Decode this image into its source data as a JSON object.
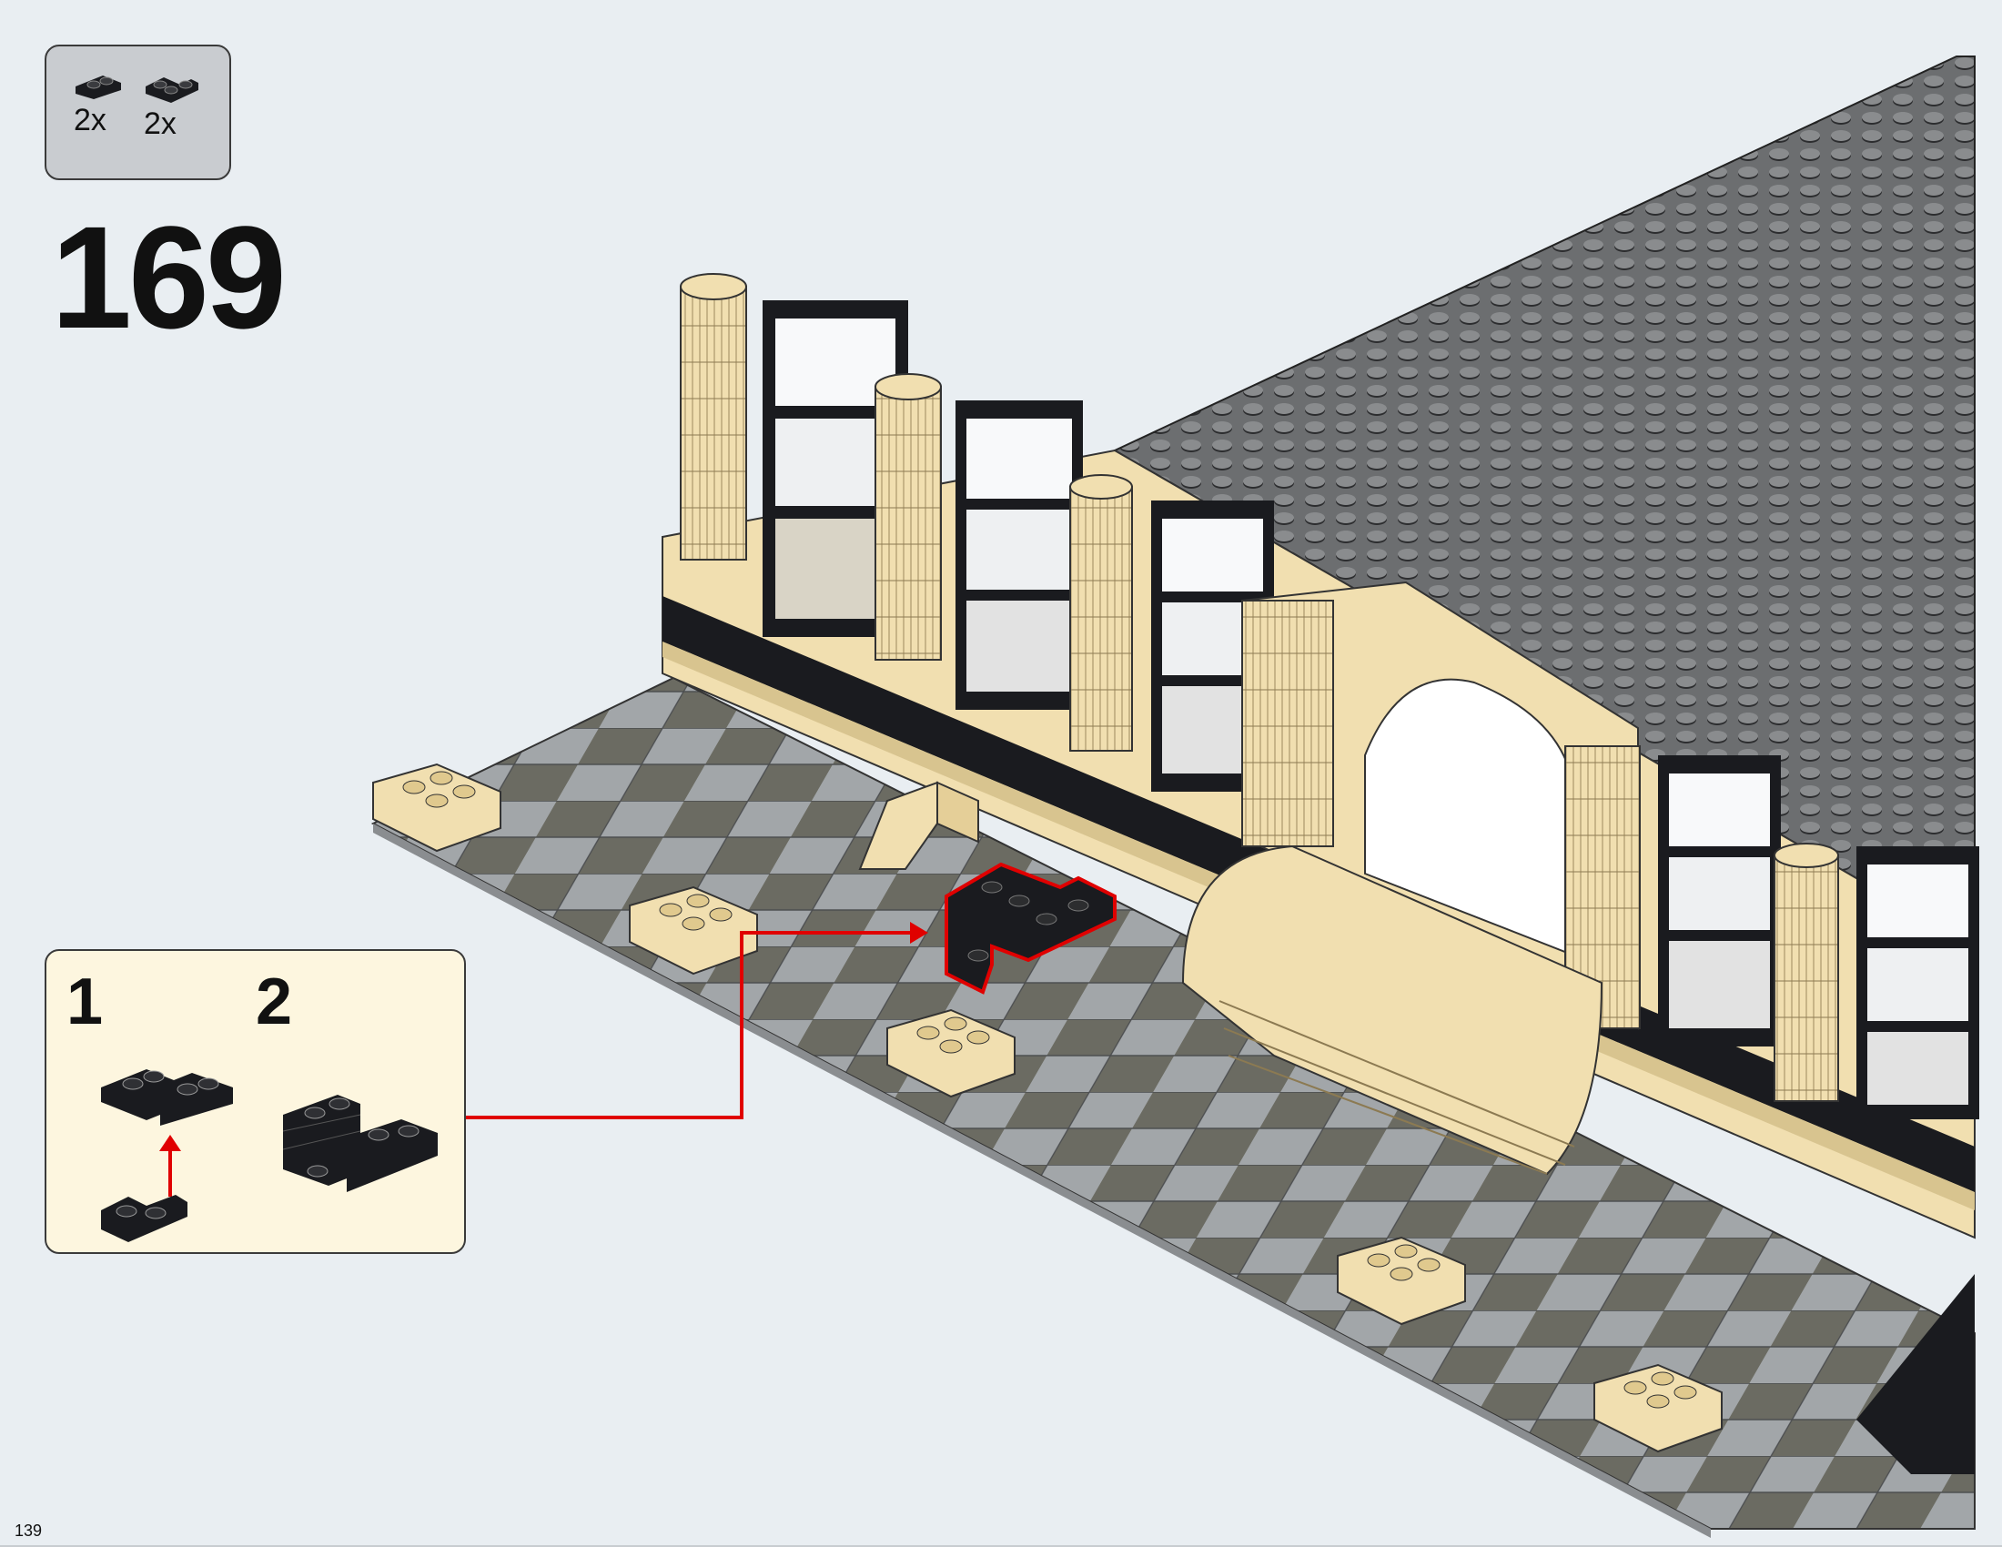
{
  "page": {
    "page_number": "139",
    "background": "#e9eef2"
  },
  "step": {
    "number": "169",
    "parts": [
      {
        "quantity": "2x",
        "icon": "plate-1x2-black-icon"
      },
      {
        "quantity": "2x",
        "icon": "plate-2x2-corner-black-icon"
      }
    ]
  },
  "sub_assembly": {
    "steps": [
      {
        "number": "1",
        "icon": "corner-plate-on-plate-icon"
      },
      {
        "number": "2",
        "icon": "stacked-plates-assembly-icon"
      }
    ],
    "callout_arrow_color": "#e00000"
  },
  "colors": {
    "tan": "#f1dfb0",
    "dark_gray_baseplate": "#6c6e70",
    "black": "#1a1b1f",
    "callout_red": "#e00000",
    "sub_box_bg": "#fdf6df"
  }
}
